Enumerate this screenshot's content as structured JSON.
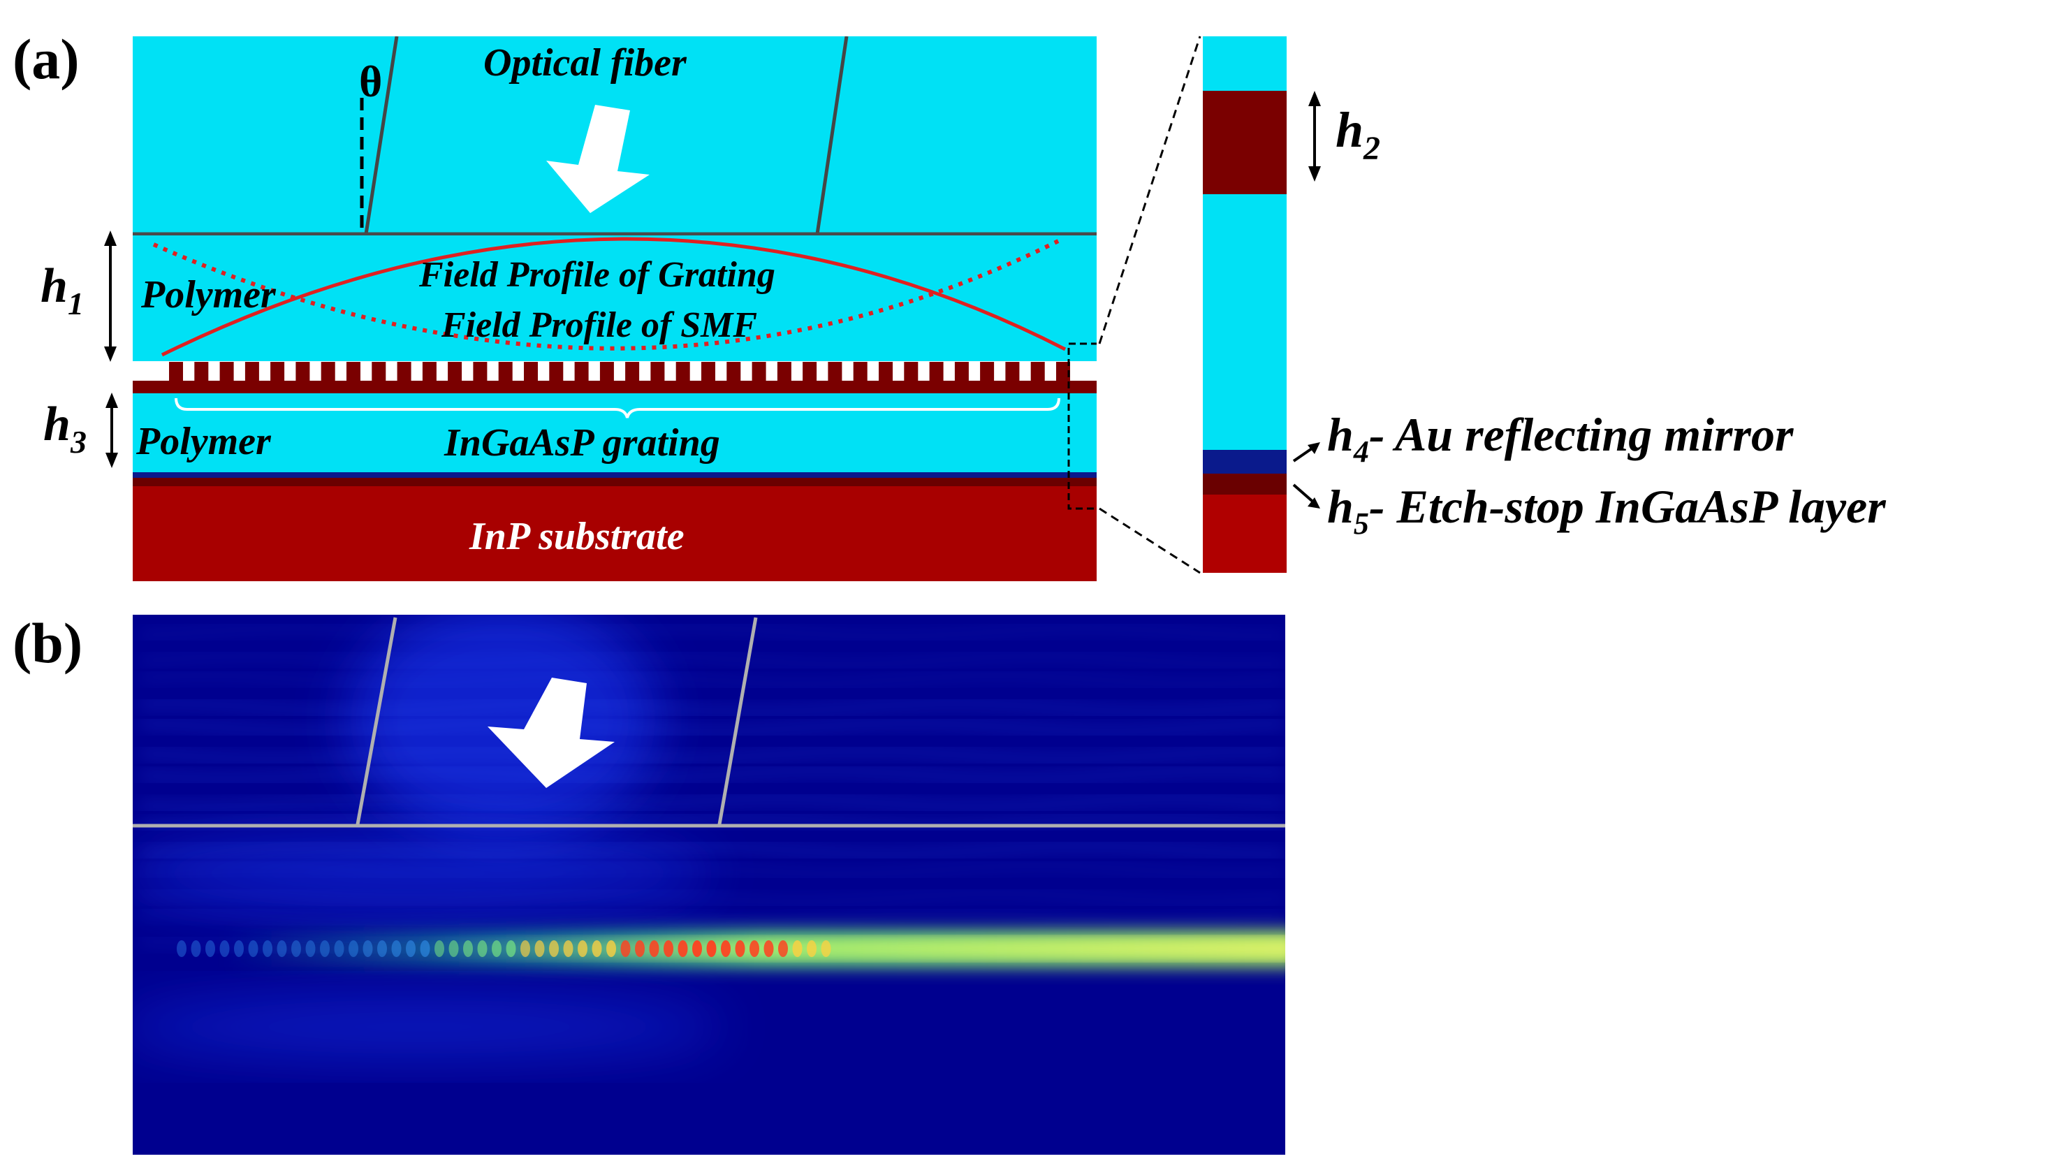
{
  "panel_a": {
    "label": "(a)",
    "theta": "θ",
    "optical_fiber": "Optical fiber",
    "polymer_top": "Polymer",
    "field_grating": "Field Profile of Grating",
    "field_smf": "Field Profile of SMF",
    "polymer_bottom": "Polymer",
    "grating_label": "InGaAsP grating",
    "substrate": "InP substrate",
    "h1": {
      "base": "h",
      "sub": "1"
    },
    "h3": {
      "base": "h",
      "sub": "3"
    },
    "grating_teeth": 36
  },
  "inset": {
    "h2": {
      "base": "h",
      "sub": "2"
    },
    "h4": {
      "base": "h",
      "sub": "4",
      "text": "- Au reflecting mirror"
    },
    "h5": {
      "base": "h",
      "sub": "5",
      "text": "- Etch-stop InGaAsP layer"
    }
  },
  "panel_b": {
    "label": "(b)"
  },
  "colors": {
    "cyan": "#00e1f5",
    "maroon": "#7a0000",
    "dark_maroon": "#6a0000",
    "substrate_red": "#a80000",
    "mirror_blue": "#0a1a8c",
    "field_red": "#e02020",
    "sim_background": "#00008f"
  }
}
